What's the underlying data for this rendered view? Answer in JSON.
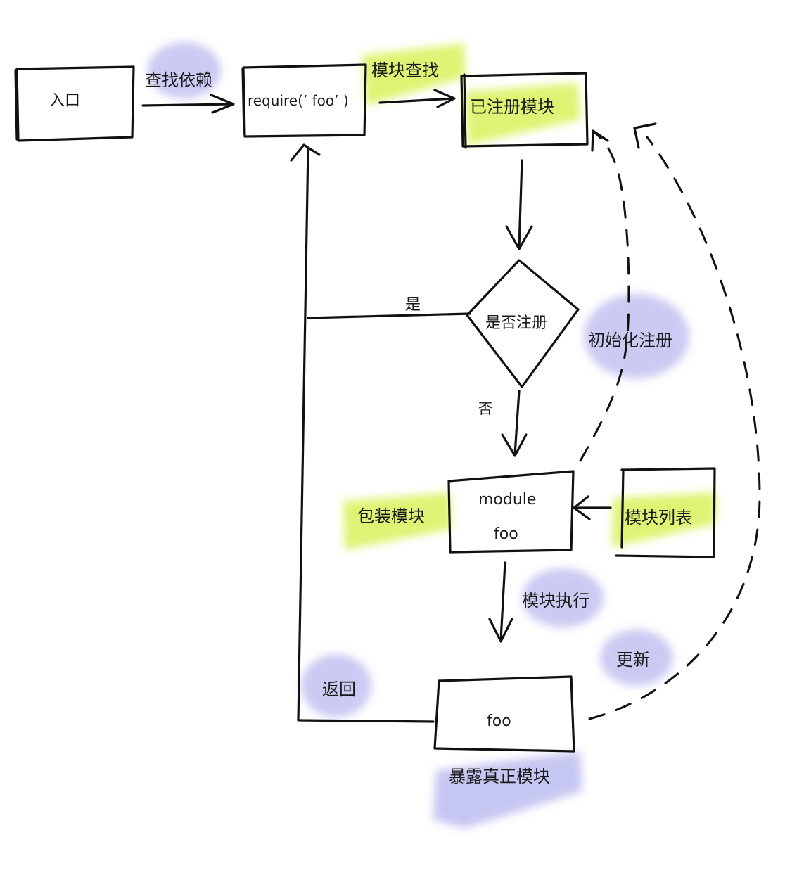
{
  "nodes": {
    "entry": "入口",
    "require": "require(’ foo’ )",
    "registered": "已注册模块",
    "decision": "是否注册",
    "module_line1": "module",
    "module_line2": "foo",
    "module_list": "模块列表",
    "foo": "foo"
  },
  "edges": {
    "find_deps": "查找依赖",
    "module_lookup": "模块查找",
    "yes": "是",
    "no": "否",
    "init_register": "初始化注册",
    "wrap_module": "包装模块",
    "module_exec": "模块执行",
    "update": "更新",
    "return": "返回",
    "expose": "暴露真正模块"
  },
  "colors": {
    "highlight_green": "#d9f25c",
    "highlight_purple": "#b9b9f0",
    "ink": "#111111"
  }
}
